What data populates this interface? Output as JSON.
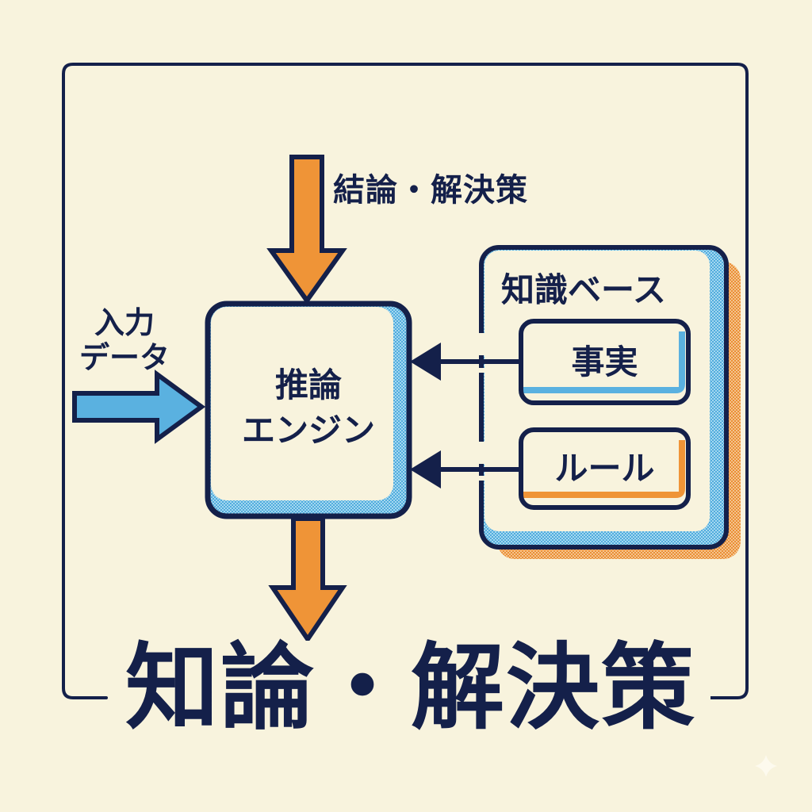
{
  "diagram": {
    "title": "知論・解決策",
    "output_label": "結論・解決策",
    "input": {
      "line1": "入力",
      "line2": "データ"
    },
    "engine": {
      "line1": "推論",
      "line2": "エンジン"
    },
    "knowledge_base": {
      "title": "知識ベース",
      "items": [
        "事実",
        "ルール"
      ]
    },
    "connections": [
      {
        "from": "input",
        "to": "engine",
        "style": "blue-block-arrow"
      },
      {
        "from": "output_label",
        "to": "engine",
        "style": "orange-block-arrow"
      },
      {
        "from": "engine",
        "to": "title",
        "style": "orange-block-arrow"
      },
      {
        "from": "fact",
        "to": "engine",
        "style": "line-arrow"
      },
      {
        "from": "rule",
        "to": "engine",
        "style": "line-arrow"
      }
    ]
  },
  "colors": {
    "background": "#f8f3dd",
    "ink": "#14204a",
    "orange": "#ef9437",
    "blue": "#5ab1e0",
    "halftone_blue": "#7cc3e8",
    "halftone_orange": "#ec9a4a"
  },
  "icons": {
    "watermark": "sparkle-icon"
  }
}
